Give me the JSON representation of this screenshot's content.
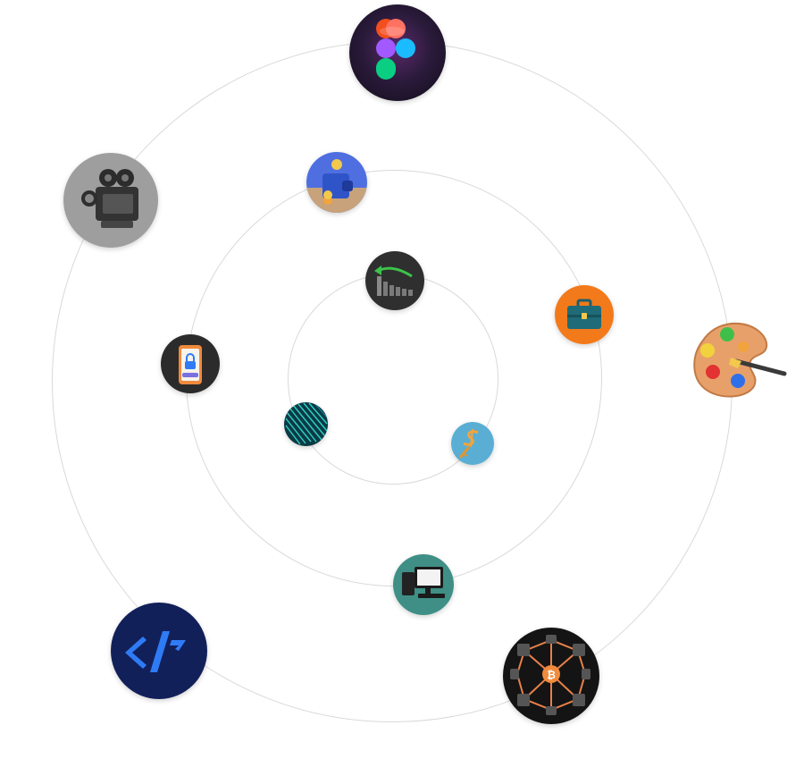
{
  "colors": {
    "background": "#ffffff",
    "ring": "#d9d9d9",
    "figma_bg": "#2a1a3a",
    "camera_bg": "#9e9e9e",
    "wallet_bg": "#4f6fe0",
    "chart_bg": "#2f2f2f",
    "briefcase_bg": "#f27a1a",
    "lock_bg": "#2b2b2b",
    "matrix_bg": "#0b3a44",
    "dollar_bg": "#5aaed3",
    "computer_bg": "#3f8f86",
    "code_bg": "#12205a",
    "bitcoin_bg": "#141414",
    "accent_orange": "#f08a3c",
    "accent_blue": "#2f7bf6"
  },
  "orbit": {
    "rings": [
      "outer-ring",
      "middle-ring",
      "inner-ring"
    ],
    "icons": [
      "figma-icon",
      "movie-camera-icon",
      "wallet-icon",
      "trend-chart-icon",
      "briefcase-icon",
      "paint-palette-icon",
      "phone-lock-icon",
      "matrix-code-icon",
      "dollar-key-icon",
      "computer-icon",
      "code-brackets-icon",
      "bitcoin-network-icon"
    ]
  }
}
